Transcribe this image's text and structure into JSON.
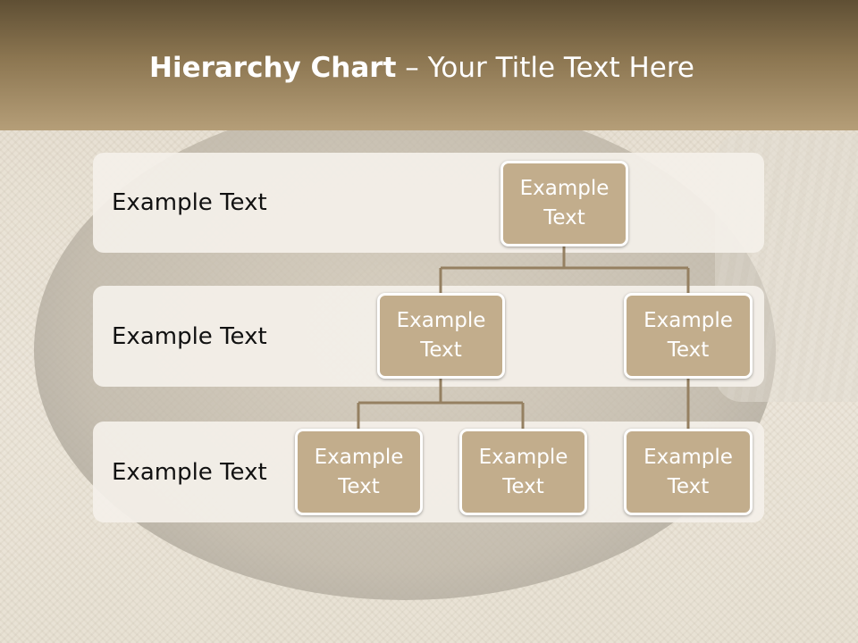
{
  "slide": {
    "title_bold": "Hierarchy Chart",
    "title_rest": " – Your Title Text Here"
  },
  "levels": [
    {
      "label": "Example Text"
    },
    {
      "label": "Example Text"
    },
    {
      "label": "Example Text"
    }
  ],
  "nodes": {
    "root": "Example\nText",
    "level2_left": "Example\nText",
    "level2_right": "Example\nText",
    "level3_a": "Example\nText",
    "level3_b": "Example\nText",
    "level3_c": "Example\nText"
  },
  "colors": {
    "title_bar": "#8c7651",
    "node_fill": "#c2ad8c",
    "connector": "#958061",
    "band": "#f4f0e9"
  }
}
